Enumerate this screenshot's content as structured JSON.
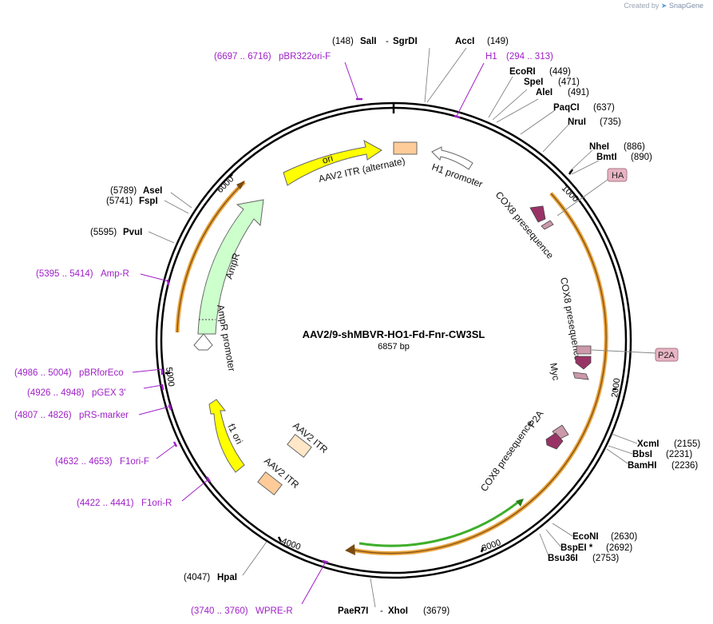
{
  "credit": {
    "prefix": "Created by",
    "brand": "SnapGene"
  },
  "plasmid": {
    "name": "AAV2/9-shMBVR-HO1-Fd-Fnr-CW3SL",
    "length": "6857 bp"
  },
  "ticks": [
    "1000",
    "2000",
    "3000",
    "4000",
    "5000",
    "6000"
  ],
  "enzymes": [
    {
      "name": "SalI",
      "pos": "(148)"
    },
    {
      "name": "SgrDI",
      "pos": ""
    },
    {
      "name": "AccI",
      "pos": "(149)"
    },
    {
      "name": "EcoRI",
      "pos": "(449)"
    },
    {
      "name": "SpeI",
      "pos": "(471)"
    },
    {
      "name": "AleI",
      "pos": "(491)"
    },
    {
      "name": "PaqCI",
      "pos": "(637)"
    },
    {
      "name": "NruI",
      "pos": "(735)"
    },
    {
      "name": "NheI",
      "pos": "(886)"
    },
    {
      "name": "BmtI",
      "pos": "(890)"
    },
    {
      "name": "XcmI",
      "pos": "(2155)"
    },
    {
      "name": "BbsI",
      "pos": "(2231)"
    },
    {
      "name": "BamHI",
      "pos": "(2236)"
    },
    {
      "name": "EcoNI",
      "pos": "(2630)"
    },
    {
      "name": "BspEI *",
      "pos": "(2692)"
    },
    {
      "name": "Bsu36I",
      "pos": "(2753)"
    },
    {
      "name": "PaeR7I",
      "pos": ""
    },
    {
      "name": "XhoI",
      "pos": "(3679)"
    },
    {
      "name": "HpaI",
      "pos": "(4047)"
    },
    {
      "name": "PvuI",
      "pos": "(5595)"
    },
    {
      "name": "FspI",
      "pos": "(5741)"
    },
    {
      "name": "AseI",
      "pos": "(5789)"
    }
  ],
  "primers": [
    {
      "range": "(6697 .. 6716)",
      "name": "pBR322ori-F"
    },
    {
      "range": "(294 .. 313)",
      "name": "H1"
    },
    {
      "range": "(5395 .. 5414)",
      "name": "Amp-R"
    },
    {
      "range": "(4986 .. 5004)",
      "name": "pBRforEco"
    },
    {
      "range": "(4926 .. 4948)",
      "name": "pGEX 3'"
    },
    {
      "range": "(4807 .. 4826)",
      "name": "pRS-marker"
    },
    {
      "range": "(4632 .. 4653)",
      "name": "F1ori-F"
    },
    {
      "range": "(4422 .. 4441)",
      "name": "F1ori-R"
    },
    {
      "range": "(3740 .. 3760)",
      "name": "WPRE-R"
    }
  ],
  "features": {
    "ori": "ori",
    "itr_alt": "AAV2 ITR (alternate)",
    "h1": "H1 promoter",
    "cox8_1": "COX8 presequence",
    "cox8_2": "COX8 presequence",
    "myc": "Myc",
    "p2a": "P2A",
    "cox8_3": "COX8 presequence",
    "ampr": "AmpR",
    "ampr_prom": "AmpR promoter",
    "f1ori": "f1 ori",
    "itr1": "AAV2 ITR",
    "itr2": "AAV2 ITR"
  },
  "tags": {
    "ha": "HA",
    "p2a": "P2A"
  },
  "colors": {
    "ori": "#ffff00",
    "ampr": "#ccffcc",
    "itr": "#ffcc99",
    "cox8": "#993366",
    "p2a": "#cc99aa",
    "orf_orange": "#e8a33c",
    "orf_green": "#3fae2a",
    "primer": "#a020c8",
    "tag_bg": "#e8b4c4"
  }
}
